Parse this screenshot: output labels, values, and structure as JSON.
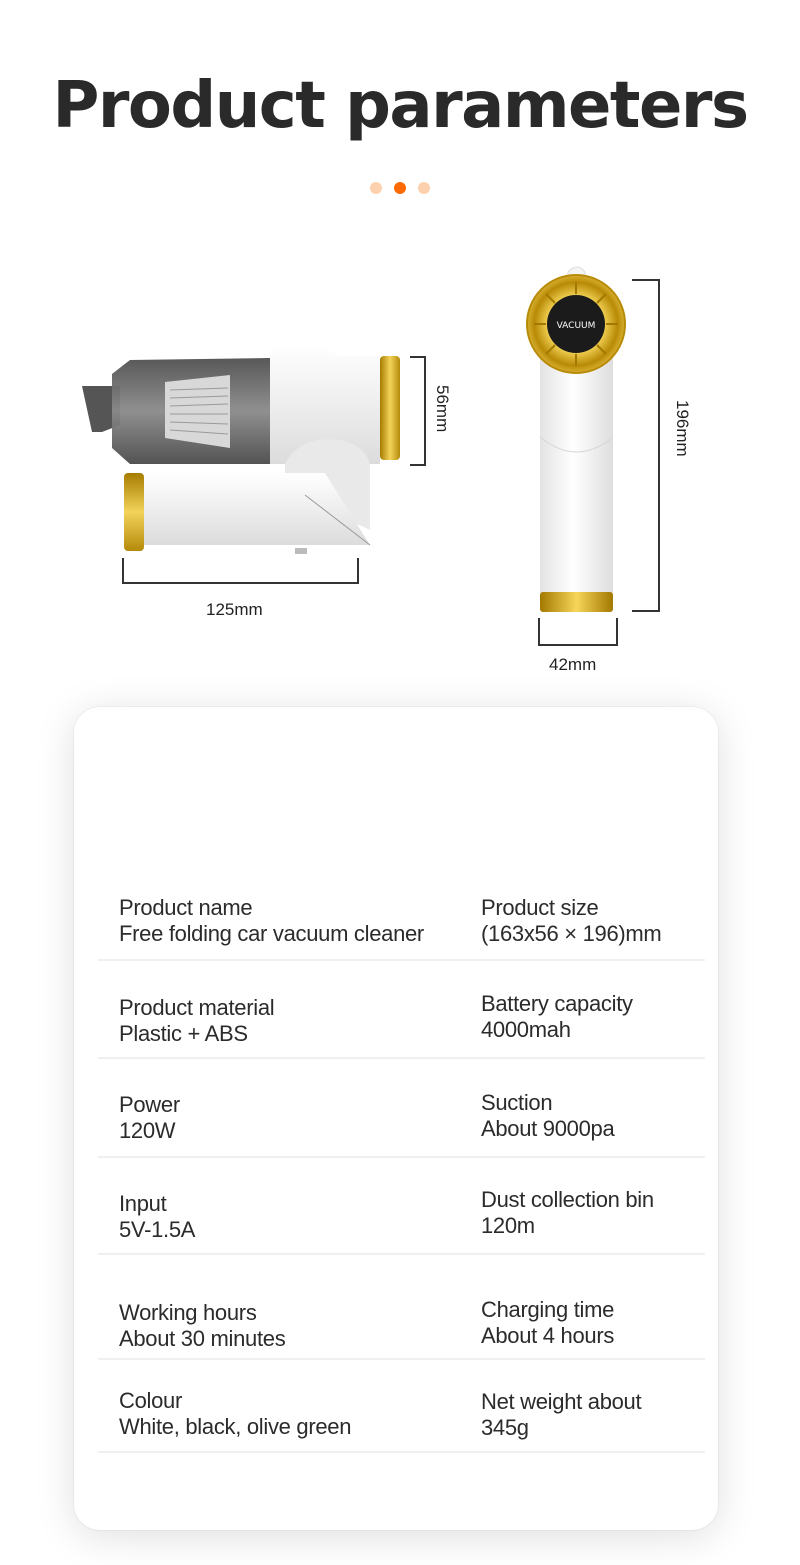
{
  "header": {
    "title": "Product parameters",
    "dots": [
      {
        "color": "#fdd1ad",
        "active": false
      },
      {
        "color": "#fd6a06",
        "active": true
      },
      {
        "color": "#fdd1ad",
        "active": false
      }
    ]
  },
  "illustrations": {
    "side_view": {
      "width_label": "125mm",
      "height_label": "56mm"
    },
    "front_view": {
      "width_label": "42mm",
      "height_label": "196mm",
      "badge_text": "VACUUM"
    },
    "colors": {
      "gold": "#c9a013",
      "body_white": "#f2f2f2",
      "canister_grey": "#5d5d5d"
    }
  },
  "specs": {
    "rows": [
      {
        "left": {
          "label": "Product name",
          "value": "Free folding car vacuum cleaner"
        },
        "right": {
          "label": "Product size",
          "value": "(163x56 × 196)mm"
        }
      },
      {
        "left": {
          "label": "Product material",
          "value": "Plastic + ABS"
        },
        "right": {
          "label": "Battery capacity",
          "value": "4000mah"
        }
      },
      {
        "left": {
          "label": "Power",
          "value": "120W"
        },
        "right": {
          "label": "Suction",
          "value": "About 9000pa"
        }
      },
      {
        "left": {
          "label": "Input",
          "value": "5V-1.5A"
        },
        "right": {
          "label": "Dust collection bin",
          "value": "120m"
        }
      },
      {
        "left": {
          "label": "Working hours",
          "value": "About 30 minutes"
        },
        "right": {
          "label": "Charging time",
          "value": "About 4 hours"
        }
      },
      {
        "left": {
          "label": "Colour",
          "value": "White, black, olive green"
        },
        "right": {
          "label": "Net weight about",
          "value": "345g"
        }
      }
    ]
  }
}
